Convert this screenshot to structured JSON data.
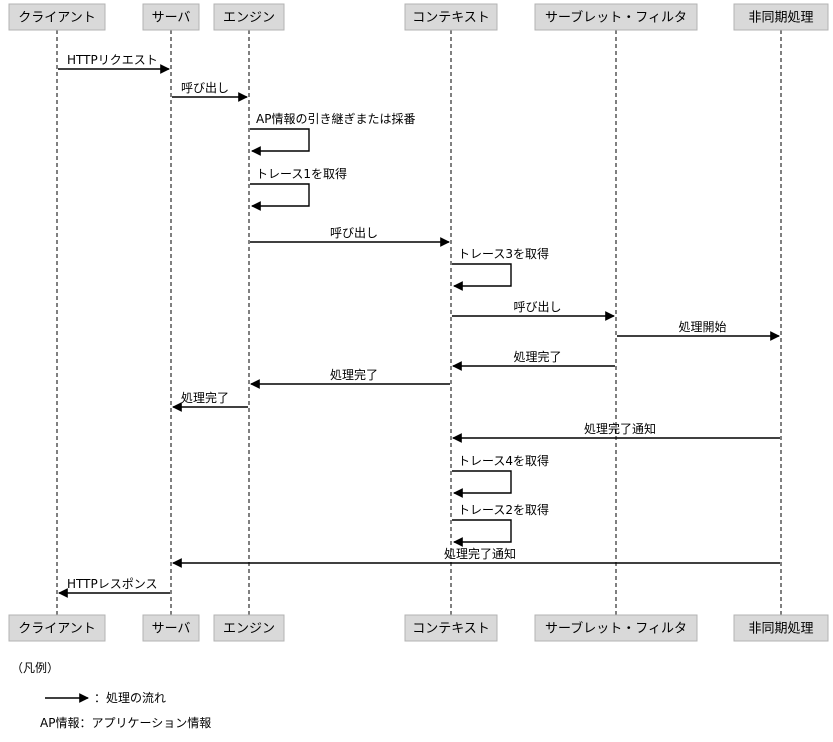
{
  "participants": [
    {
      "id": "client",
      "label": "クライアント"
    },
    {
      "id": "server",
      "label": "サーバ"
    },
    {
      "id": "engine",
      "label": "エンジン"
    },
    {
      "id": "context",
      "label": "コンテキスト"
    },
    {
      "id": "servlet",
      "label": "サーブレット・フィルタ"
    },
    {
      "id": "async",
      "label": "非同期処理"
    }
  ],
  "messages": [
    {
      "from": "client",
      "to": "server",
      "label": "HTTPリクエスト"
    },
    {
      "from": "server",
      "to": "engine",
      "label": "呼び出し"
    },
    {
      "from": "engine",
      "to": "engine",
      "label": "AP情報の引き継ぎまたは採番"
    },
    {
      "from": "engine",
      "to": "engine",
      "label": "トレース1を取得"
    },
    {
      "from": "engine",
      "to": "context",
      "label": "呼び出し"
    },
    {
      "from": "context",
      "to": "context",
      "label": "トレース3を取得"
    },
    {
      "from": "context",
      "to": "servlet",
      "label": "呼び出し"
    },
    {
      "from": "servlet",
      "to": "async",
      "label": "処理開始"
    },
    {
      "from": "servlet",
      "to": "context",
      "label": "処理完了"
    },
    {
      "from": "context",
      "to": "engine",
      "label": "処理完了"
    },
    {
      "from": "engine",
      "to": "server",
      "label": "処理完了"
    },
    {
      "from": "async",
      "to": "context",
      "label": "処理完了通知"
    },
    {
      "from": "context",
      "to": "context",
      "label": "トレース4を取得"
    },
    {
      "from": "context",
      "to": "context",
      "label": "トレース2を取得"
    },
    {
      "from": "async",
      "to": "server",
      "label": "処理完了通知"
    },
    {
      "from": "server",
      "to": "client",
      "label": "HTTPレスポンス"
    }
  ],
  "legend": {
    "title": "（凡例）",
    "flow_label": "：処理の流れ",
    "ap_label": "AP情報：アプリケーション情報"
  }
}
